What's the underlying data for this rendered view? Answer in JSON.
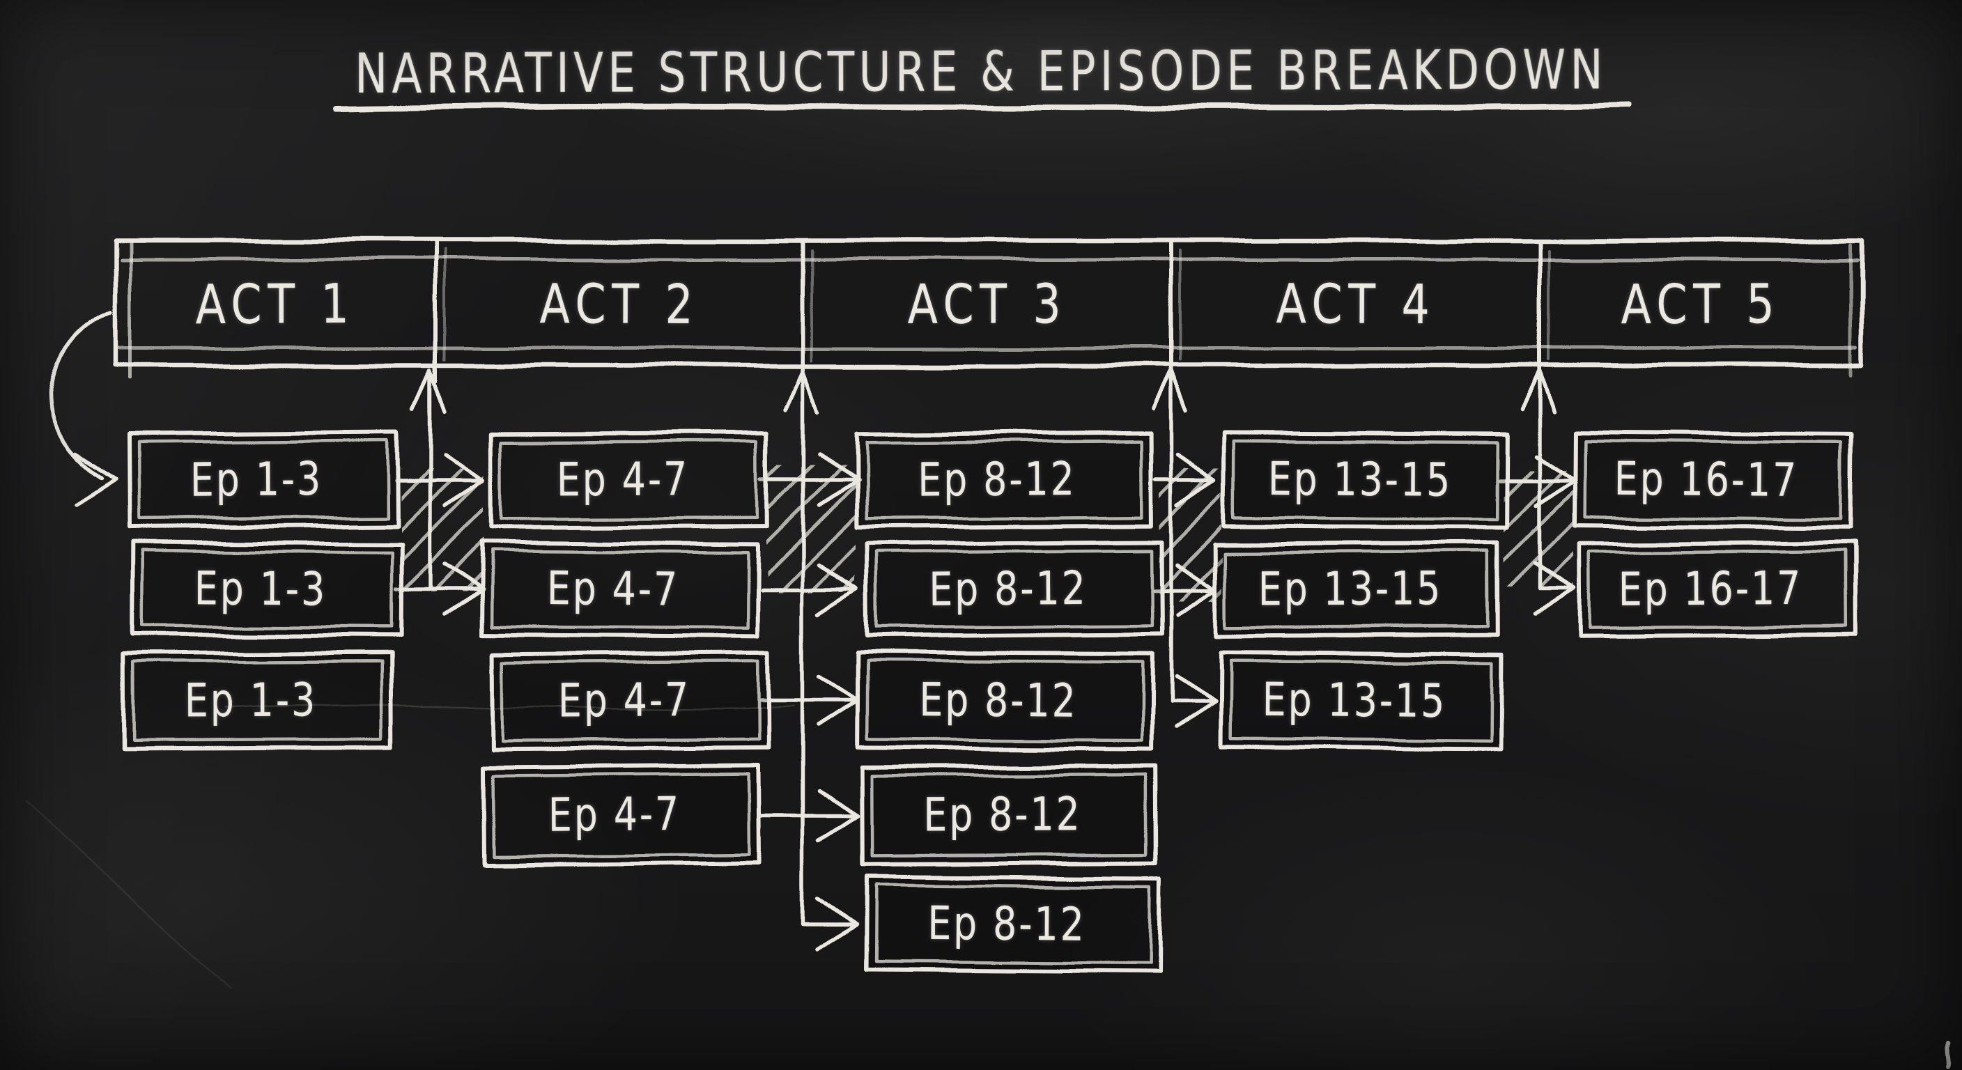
{
  "title": "NARRATIVE STRUCTURE & EPISODE BREAKDOWN",
  "acts": [
    {
      "label": "ACT 1",
      "episode_label": "Ep 1-3",
      "episode_count": 3
    },
    {
      "label": "ACT 2",
      "episode_label": "Ep 4-7",
      "episode_count": 4
    },
    {
      "label": "ACT 3",
      "episode_label": "Ep 8-12",
      "episode_count": 5
    },
    {
      "label": "ACT 4",
      "episode_label": "Ep 13-15",
      "episode_count": 3
    },
    {
      "label": "ACT 5",
      "episode_label": "Ep 16-17",
      "episode_count": 2
    }
  ],
  "colors": {
    "board": "#1a1a1b",
    "chalk": "#e9e7df"
  }
}
